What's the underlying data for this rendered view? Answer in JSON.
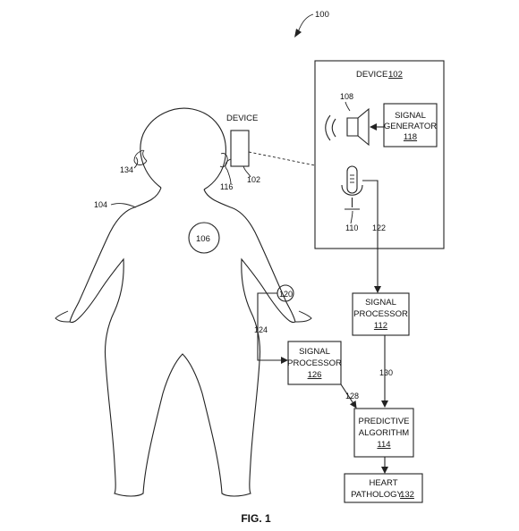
{
  "figure": {
    "ref_main": "100",
    "caption": "FIG. 1",
    "device_label": "DEVICE",
    "device_num": "102",
    "device_box_title": "DEVICE",
    "device_box_num": "102",
    "speaker_num": "108",
    "signal_generator": {
      "line1": "SIGNAL",
      "line2": "GENERATOR",
      "num": "118"
    },
    "microphone_num": "110",
    "line_122": "122",
    "signal_processor_112": {
      "line1": "SIGNAL",
      "line2": "PROCESSOR",
      "num": "112"
    },
    "signal_processor_126": {
      "line1": "SIGNAL",
      "line2": "PROCESSOR",
      "num": "126"
    },
    "line_130": "130",
    "line_128": "128",
    "line_124": "124",
    "predictive": {
      "line1": "PREDICTIVE",
      "line2": "ALGORITHM",
      "num": "114"
    },
    "heart": {
      "line1": "HEART",
      "line2": "PATHOLOGY",
      "num": "132"
    },
    "person_num": "104",
    "heart_num": "106",
    "wrist_num": "120",
    "ear_num": "116",
    "hair_num": "134"
  }
}
